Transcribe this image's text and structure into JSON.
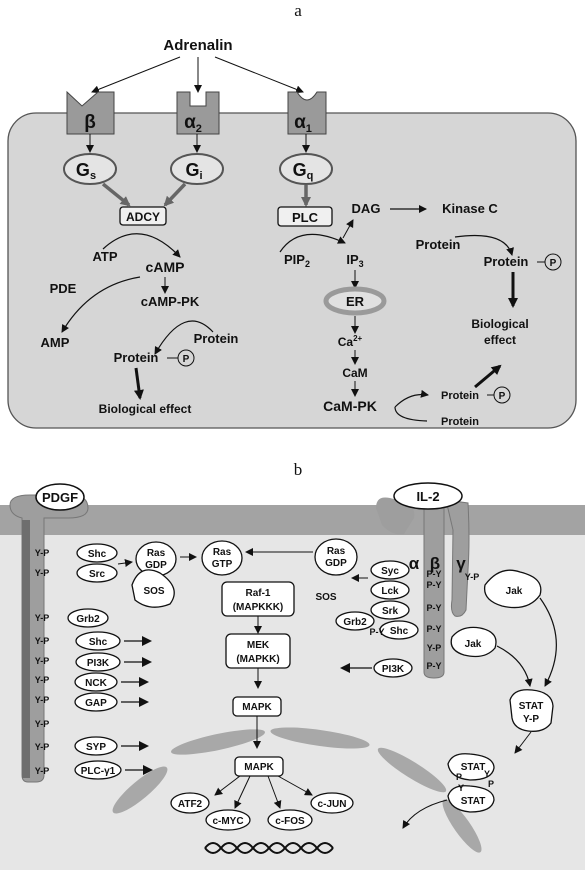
{
  "panel_a": {
    "letter": "a",
    "hormone": "Adrenalin",
    "receptors": {
      "beta": "β",
      "alpha2": "α",
      "alpha2_sub": "2",
      "alpha1": "α",
      "alpha1_sub": "1"
    },
    "g_proteins": {
      "gs": "G",
      "gs_sub": "s",
      "gi": "G",
      "gi_sub": "i",
      "gq": "G",
      "gq_sub": "q"
    },
    "adcy": "ADCY",
    "atp": "ATP",
    "camp": "cAMP",
    "pde": "PDE",
    "amp": "AMP",
    "camp_pk": "cAMP-PK",
    "protein_left": "Protein",
    "protein_p_left": "Protein",
    "p_symbol": "P",
    "bio_effect_left": "Biological effect",
    "plc": "PLC",
    "dag": "DAG",
    "kinase_c": "Kinase C",
    "pip2": "PIP",
    "pip2_sub": "2",
    "ip3": "IP",
    "ip3_sub": "3",
    "er": "ER",
    "ca": "Ca",
    "ca_sup": "2+",
    "cam": "CaM",
    "cam_pk": "CaM-PK",
    "protein_right_top": "Protein",
    "protein_p_right": "Protein",
    "bio_effect_right_1": "Biological",
    "bio_effect_right_2": "effect",
    "protein_p_bottom": "Protein",
    "protein_bottom": "Protein"
  },
  "panel_b": {
    "letter": "b",
    "pdgf": "PDGF",
    "il2": "IL-2",
    "il2_chains": {
      "alpha": "α",
      "beta": "β",
      "gamma": "γ"
    },
    "yp": "Y-P",
    "py": "P-Y",
    "left_adaptors": [
      "Shc",
      "Src",
      "Grb2",
      "Shc",
      "PI3K",
      "NCK",
      "GAP",
      "SYP",
      "PLC-γ1"
    ],
    "ras_gdp": [
      "Ras",
      "GDP"
    ],
    "ras_gtp": [
      "Ras",
      "GTP"
    ],
    "sos": "SOS",
    "raf": [
      "Raf-1",
      "(MAPKKK)"
    ],
    "mek": [
      "MEK",
      "(MAPKK)"
    ],
    "mapk": "MAPK",
    "mapk_nuclear": "MAPK",
    "tfs": [
      "ATF2",
      "c-MYC",
      "c-FOS",
      "c-JUN"
    ],
    "right_adaptors": [
      "Syc",
      "Lck",
      "Srk",
      "Shc",
      "Grb2",
      "PI3K"
    ],
    "jak": "Jak",
    "stat": "STAT",
    "y": "Y",
    "p": "P"
  }
}
